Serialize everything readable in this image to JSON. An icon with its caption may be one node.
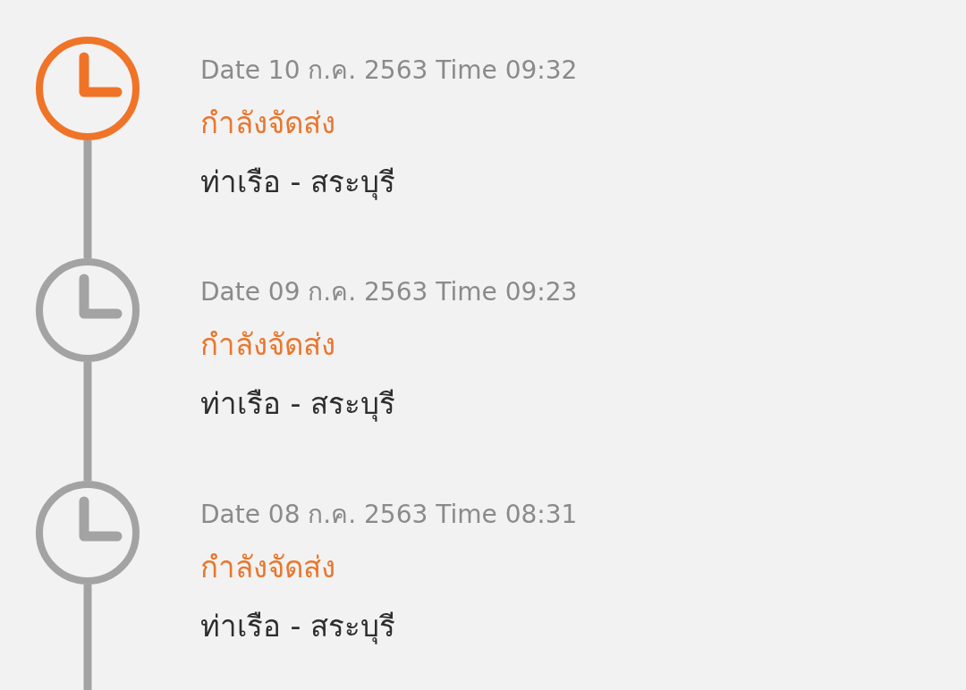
{
  "diagram": {
    "nodes": [
      {
        "text": [],
        "shape": "circle",
        "beside": [
          "Date 10 ก.ค. 2563 Time 09:32",
          "กำลังจัดส่ง",
          "ท่าเรือ - สระบุรี"
        ]
      },
      {
        "text": [],
        "shape": "circle",
        "beside": [
          "Date 09 ก.ค. 2563 Time 09:23",
          "กำลังจัดส่ง",
          "ท่าเรือ - สระบุรี"
        ]
      },
      {
        "text": [],
        "shape": "circle",
        "beside": [
          "Date 08 ก.ค. 2563 Time 08:31",
          "กำลังจัดส่ง",
          "ท่าเรือ - สระบุรี"
        ]
      }
    ],
    "edges": [
      {
        "from": 0,
        "to": 1,
        "arrow": "none"
      },
      {
        "from": 1,
        "to": 2,
        "arrow": "none"
      },
      {
        "from": 2,
        "to": null,
        "arrow": "none"
      }
    ]
  }
}
